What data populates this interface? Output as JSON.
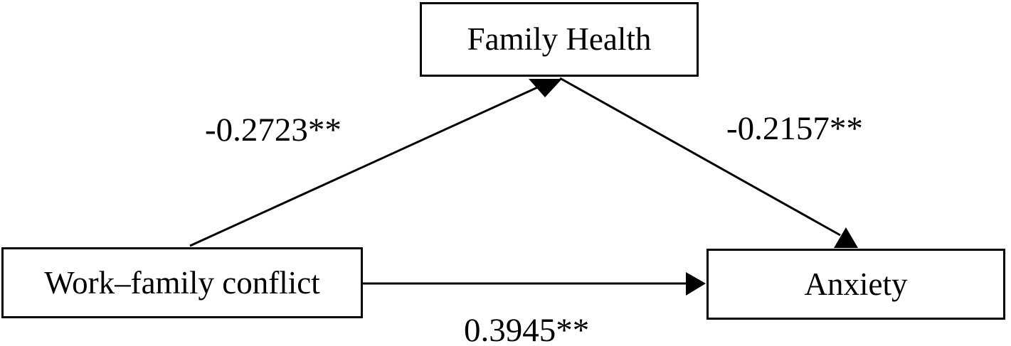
{
  "diagram": {
    "type": "mediation-path-diagram",
    "nodes": [
      {
        "id": "family-health",
        "role": "mediator",
        "label": "Family Health"
      },
      {
        "id": "work-family-conflict",
        "role": "predictor",
        "label": "Work–family conflict"
      },
      {
        "id": "anxiety",
        "role": "outcome",
        "label": "Anxiety"
      }
    ],
    "edges": [
      {
        "from": "work-family-conflict",
        "to": "family-health",
        "coefficient": "-0.2723**"
      },
      {
        "from": "family-health",
        "to": "anxiety",
        "coefficient": "-0.2157**"
      },
      {
        "from": "work-family-conflict",
        "to": "anxiety",
        "coefficient": "0.3945**"
      }
    ],
    "colors": {
      "background": "#ffffff",
      "box_fill": "#ffffff",
      "box_border": "#000000",
      "line": "#000000",
      "text": "#000000"
    }
  }
}
